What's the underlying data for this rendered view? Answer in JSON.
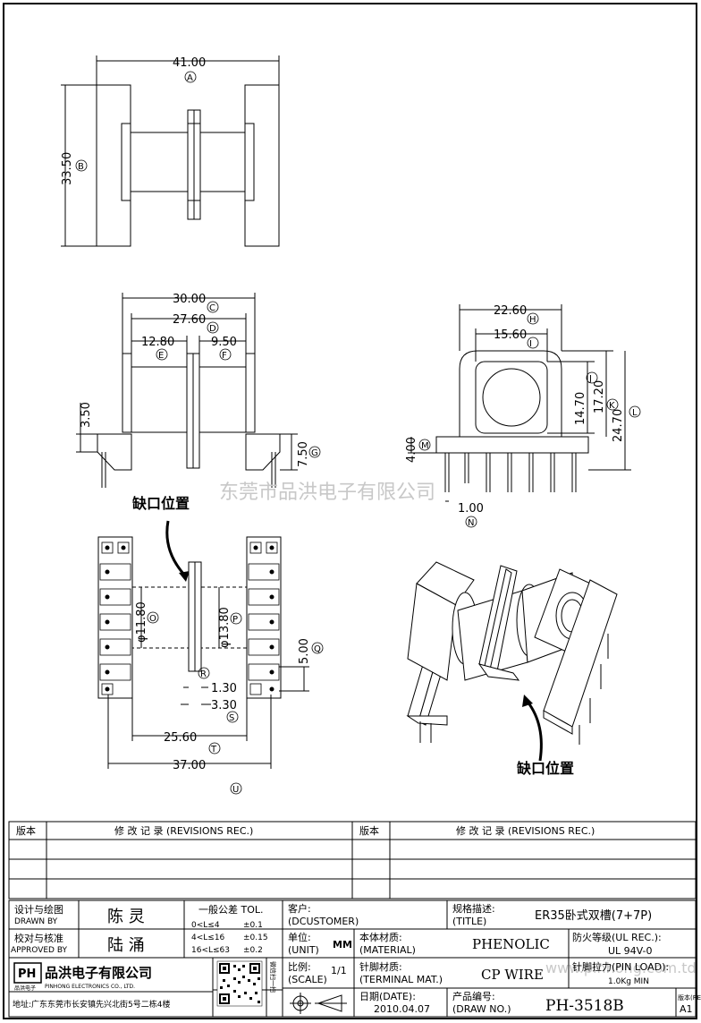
{
  "dims": {
    "a": "41.00",
    "b": "33.50",
    "c": "30.00",
    "d": "27.60",
    "e": "12.80",
    "f": "9.50",
    "g": "3.50",
    "h": "7.50",
    "i": "22.60",
    "j": "15.60",
    "k": "14.70",
    "l": "17.20",
    "m": "24.70",
    "n": "4.00",
    "o": "1.00",
    "p": "φ11.80",
    "q": "φ13.80",
    "r": "5.00",
    "s": "1.30",
    "t": "3.30",
    "u": "25.60",
    "v": "37.00"
  },
  "circle_letters": [
    "A",
    "B",
    "C",
    "D",
    "E",
    "F",
    "G",
    "H",
    "I",
    "J",
    "K",
    "L",
    "M",
    "N",
    "O",
    "P",
    "Q",
    "R",
    "S",
    "T",
    "U"
  ],
  "labels": {
    "notch_1": "缺口位置",
    "notch_2": "缺口位置"
  },
  "watermark": {
    "text": "东莞市品洪电子有限公司",
    "url": "www.pinhong.com.td"
  },
  "revisions": {
    "col_version": "版本",
    "col_record": "修 改 记 录 (REVISIONS REC.)"
  },
  "title_block": {
    "drawn_by_cn": "设计与绘图",
    "drawn_by_en": "DRAWN BY",
    "drawn_by": "陈 灵",
    "approved_cn": "校对与核准",
    "approved_en": "APPROVED BY",
    "approved": "陆 涌",
    "tol_title": "一般公差 TOL.",
    "tol_rows": [
      {
        "range": "0<L≤4",
        "tol": "±0.1"
      },
      {
        "range": "4<L≤16",
        "tol": "±0.15"
      },
      {
        "range": "16<L≤63",
        "tol": "±0.2"
      }
    ],
    "customer_cn": "客户:",
    "customer_en": "(DCUSTOMER)",
    "title_cn": "规格描述:",
    "title_en": "(TITLE)",
    "title": "ER35卧式双槽(7+7P)",
    "unit_cn": "单位:",
    "unit_en": "(UNIT)",
    "unit": "MM",
    "material_cn": "本体材质:",
    "material_en": "(MATERIAL)",
    "material": "PHENOLIC",
    "ul_cn": "防火等级(UL REC.):",
    "ul": "UL 94V-0",
    "scale_cn": "比例:",
    "scale_en": "(SCALE)",
    "scale": "1/1",
    "terminal_cn": "针脚材质:",
    "terminal_en": "(TERMINAL MAT.)",
    "terminal": "CP WIRE",
    "pinload_cn": "针脚拉力(PIN LOAD):",
    "pinload": "1.0Kg MIN",
    "date_cn": "日期(DATE):",
    "date": "2010.04.07",
    "drawno_cn": "产品编号:",
    "drawno_en": "(DRAW NO.)",
    "drawno": "PH-3518B",
    "rev_cn": "版本(REV):",
    "rev": "A1",
    "company_cn": "品洪电子有限公司",
    "company_en": "PINHONG ELECTRONICS CO., LTD.",
    "logo": "PH",
    "logo_sub": "品洪电子",
    "address": "地址:广东东莞市长安镇先兴北街5号二栋4楼",
    "qr_side": "微信扫一扫"
  }
}
